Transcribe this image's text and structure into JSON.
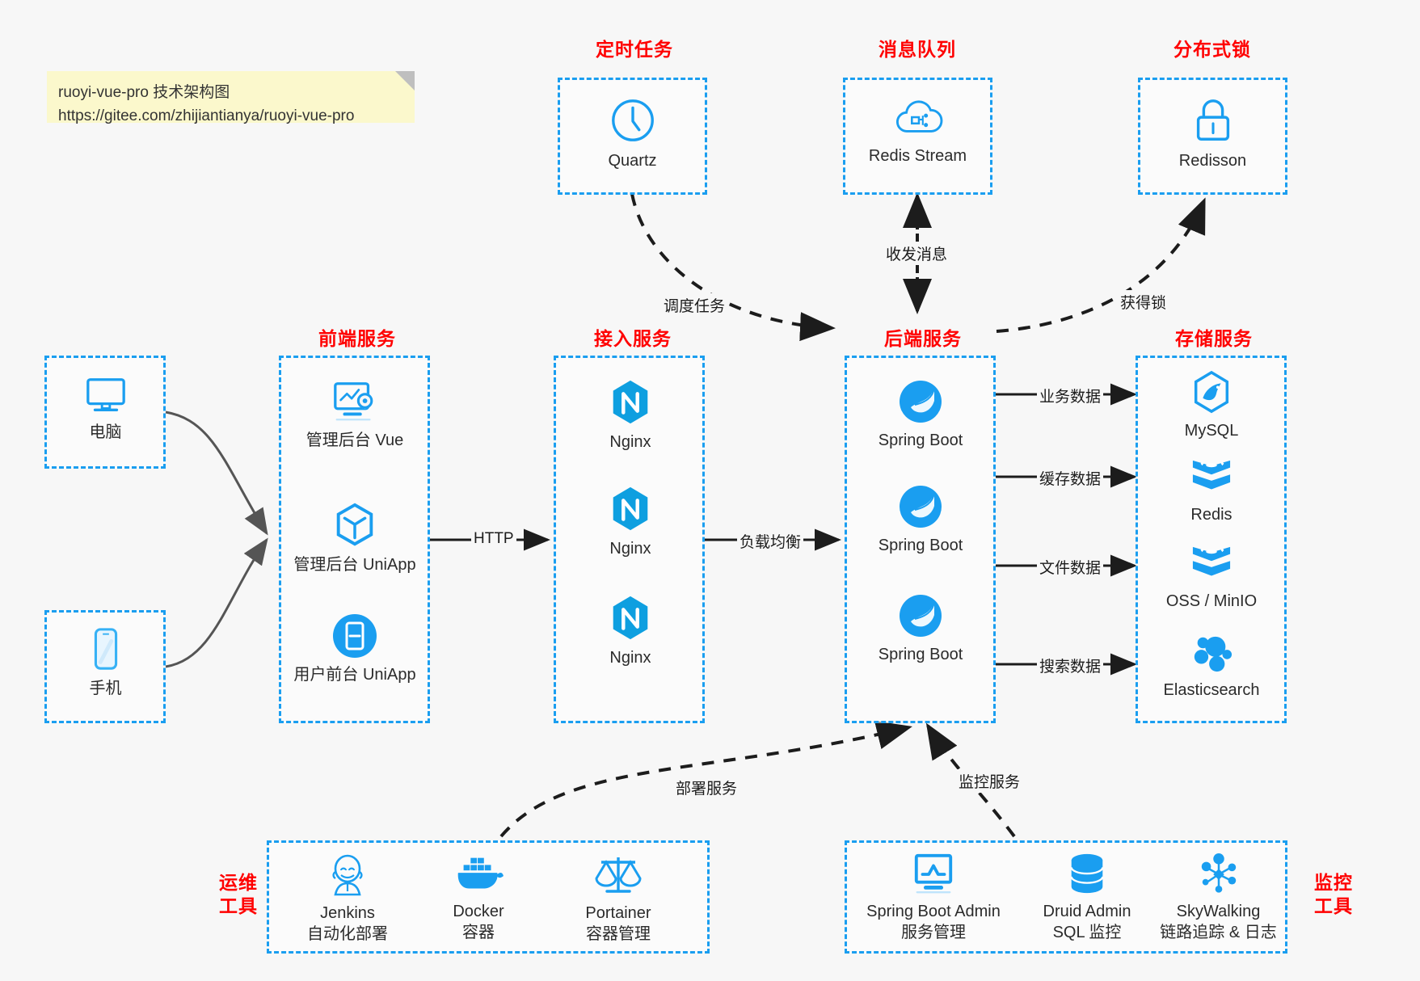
{
  "note": {
    "line1": "ruoyi-vue-pro 技术架构图",
    "line2": "https://gitee.com/zhijiantianya/ruoyi-vue-pro"
  },
  "colors": {
    "accent_blue": "#1a9ef0",
    "heading_red": "#ff0000",
    "background": "#f7f7f7",
    "note_yellow": "#fbf8cc",
    "text": "#2b2b2b",
    "arrow_dark": "#1c1c1c",
    "arrow_gray": "#555555"
  },
  "groups": {
    "scheduled_task": {
      "caption": "定时任务",
      "nodes": [
        {
          "label": "Quartz",
          "icon": "clock-icon"
        }
      ]
    },
    "message_queue": {
      "caption": "消息队列",
      "nodes": [
        {
          "label": "Redis Stream",
          "icon": "cloud-stream-icon"
        }
      ]
    },
    "distributed_lock": {
      "caption": "分布式锁",
      "nodes": [
        {
          "label": "Redisson",
          "icon": "lock-icon"
        }
      ]
    },
    "clients": {
      "nodes": [
        {
          "label": "电脑",
          "icon": "desktop-icon"
        },
        {
          "label": "手机",
          "icon": "mobile-icon"
        }
      ]
    },
    "frontend": {
      "caption": "前端服务",
      "nodes": [
        {
          "label": "管理后台 Vue",
          "icon": "dashboard-gear-icon"
        },
        {
          "label": "管理后台 UniApp",
          "icon": "cube-icon"
        },
        {
          "label": "用户前台 UniApp",
          "icon": "app-window-icon"
        }
      ]
    },
    "gateway": {
      "caption": "接入服务",
      "nodes": [
        {
          "label": "Nginx",
          "icon": "nginx-icon"
        },
        {
          "label": "Nginx",
          "icon": "nginx-icon"
        },
        {
          "label": "Nginx",
          "icon": "nginx-icon"
        }
      ]
    },
    "backend": {
      "caption": "后端服务",
      "nodes": [
        {
          "label": "Spring Boot",
          "icon": "spring-boot-icon"
        },
        {
          "label": "Spring Boot",
          "icon": "spring-boot-icon"
        },
        {
          "label": "Spring Boot",
          "icon": "spring-boot-icon"
        }
      ]
    },
    "storage": {
      "caption": "存储服务",
      "nodes": [
        {
          "label": "MySQL",
          "icon": "mysql-icon"
        },
        {
          "label": "Redis",
          "icon": "redis-icon"
        },
        {
          "label": "OSS / MinIO",
          "icon": "oss-icon"
        },
        {
          "label": "Elasticsearch",
          "icon": "elasticsearch-icon"
        }
      ]
    },
    "devops": {
      "caption_line1": "运维",
      "caption_line2": "工具",
      "nodes": [
        {
          "label": "Jenkins",
          "sub": "自动化部署",
          "icon": "jenkins-icon"
        },
        {
          "label": "Docker",
          "sub": "容器",
          "icon": "docker-icon"
        },
        {
          "label": "Portainer",
          "sub": "容器管理",
          "icon": "scales-icon"
        }
      ]
    },
    "monitoring": {
      "caption_line1": "监控",
      "caption_line2": "工具",
      "nodes": [
        {
          "label": "Spring Boot Admin",
          "sub": "服务管理",
          "icon": "monitor-chart-icon"
        },
        {
          "label": "Druid Admin",
          "sub": "SQL 监控",
          "icon": "database-icon"
        },
        {
          "label": "SkyWalking",
          "sub": "链路追踪 & 日志",
          "icon": "skywalking-icon"
        }
      ]
    }
  },
  "edges": [
    {
      "id": "http",
      "label": "HTTP",
      "from": "frontend",
      "to": "gateway"
    },
    {
      "id": "lb",
      "label": "负载均衡",
      "from": "gateway",
      "to": "backend"
    },
    {
      "id": "biz-data",
      "label": "业务数据",
      "from": "backend",
      "to": "mysql"
    },
    {
      "id": "cache-data",
      "label": "缓存数据",
      "from": "backend",
      "to": "redis"
    },
    {
      "id": "file-data",
      "label": "文件数据",
      "from": "backend",
      "to": "oss"
    },
    {
      "id": "search-data",
      "label": "搜索数据",
      "from": "backend",
      "to": "elasticsearch"
    },
    {
      "id": "schedule",
      "label": "调度任务",
      "from": "quartz",
      "to": "backend"
    },
    {
      "id": "mq",
      "label": "收发消息",
      "from": "redis-stream",
      "to": "backend"
    },
    {
      "id": "lock",
      "label": "获得锁",
      "from": "backend",
      "to": "redisson"
    },
    {
      "id": "deploy",
      "label": "部署服务",
      "from": "devops",
      "to": "backend"
    },
    {
      "id": "monitor",
      "label": "监控服务",
      "from": "monitoring",
      "to": "backend"
    }
  ]
}
